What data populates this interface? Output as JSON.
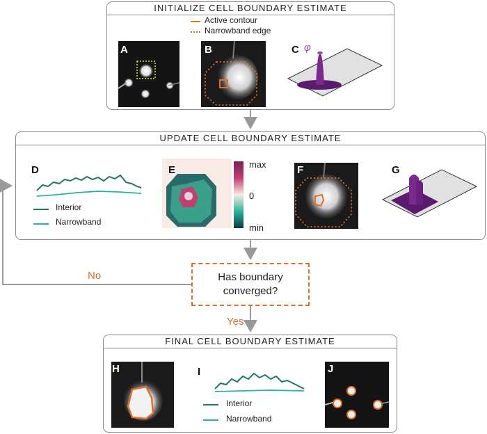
{
  "panels": {
    "initialize": {
      "title": "INITIALIZE CELL BOUNDARY ESTIMATE",
      "legend": {
        "active": "Active contour",
        "narrowband": "Narrowband edge"
      },
      "labels": {
        "a": "A",
        "b": "B",
        "c": "C"
      },
      "phi": "φ"
    },
    "update": {
      "title": "UPDATE CELL BOUNDARY ESTIMATE",
      "labels": {
        "d": "D",
        "e": "E",
        "f": "F",
        "g": "G"
      },
      "legend": {
        "interior": "Interior",
        "narrowband": "Narrowband"
      },
      "colorbar": {
        "max": "max",
        "mid": "0",
        "min": "min"
      }
    },
    "final": {
      "title": "FINAL CELL BOUNDARY ESTIMATE",
      "labels": {
        "h": "H",
        "i": "I",
        "j": "J"
      },
      "legend": {
        "interior": "Interior",
        "narrowband": "Narrowband"
      }
    }
  },
  "decision": {
    "line1": "Has boundary",
    "line2": "converged?"
  },
  "edges": {
    "no": "No",
    "yes": "Yes"
  },
  "colors": {
    "panel_border": "#8a8a8a",
    "arrow": "#9a9a9a",
    "active_contour": "#e0702a",
    "interior": "#1f7a5a",
    "narrowband": "#2bb39a",
    "surface": "#5a1a6e",
    "colorbar_top": "#7a1f5a",
    "colorbar_mid": "#f7ece6",
    "colorbar_bottom": "#0e3b40"
  }
}
